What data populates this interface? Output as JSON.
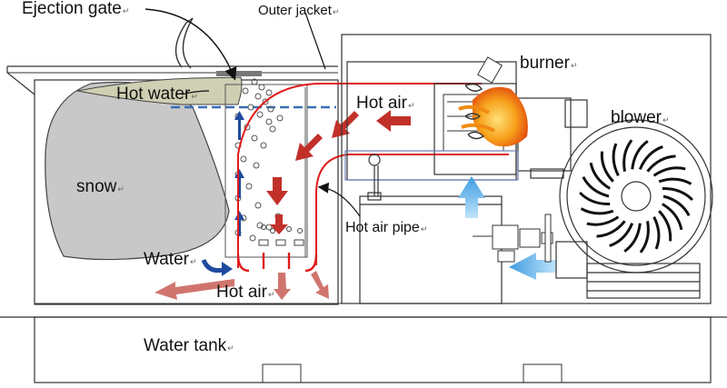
{
  "labels": {
    "ejection_gate": "Ejection gate",
    "outer_jacket": "Outer jacket",
    "burner": "burner",
    "hot_water": "Hot water",
    "hot_air_top": "Hot air",
    "blower": "blower",
    "snow": "snow",
    "hot_air_pipe": "Hot air pipe",
    "water": "Water",
    "hot_air_bottom": "Hot air",
    "water_tank": "Water tank"
  },
  "marker": "↵",
  "colors": {
    "snow": "#c8c8c8",
    "hot_water": "#cfcfb4",
    "water_line": "#3a6fb5",
    "pipe": "#e11b1b",
    "arrow": "#c2302a",
    "bottom_arrow": "#d0756e",
    "flow_blue": "#7ec3ee",
    "flame": "#f08a12",
    "outline": "#333333"
  }
}
